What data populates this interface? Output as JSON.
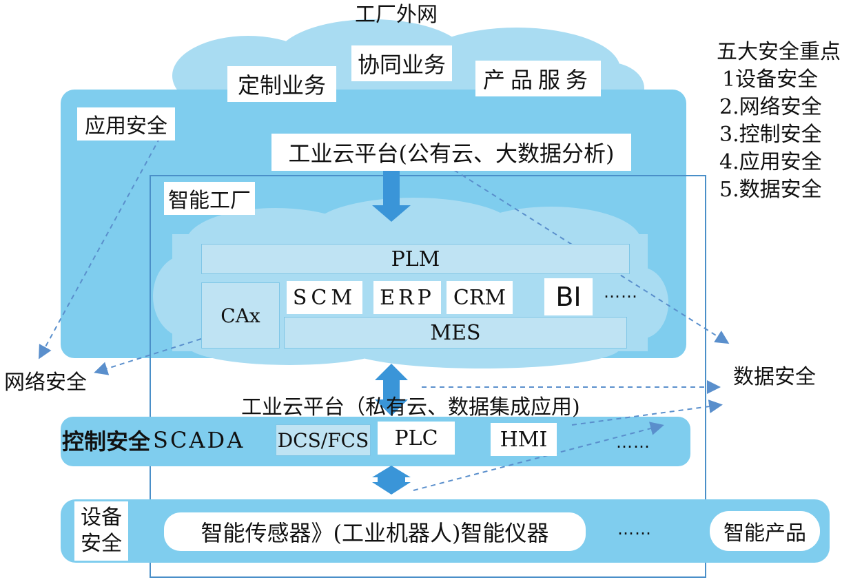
{
  "top_title": "工厂外网",
  "cloud_items": [
    "定制业务",
    "协同业务",
    "产品服务"
  ],
  "app_security": "应用安全",
  "public_cloud": "工业云平台(公有云、大数据分析)",
  "smart_factory": "智能工厂",
  "modules": {
    "plm": "PLM",
    "cax": "CAx",
    "scm": "SCM",
    "erp": "ERP",
    "crm": "CRM",
    "bi": "BI",
    "mes": "MES",
    "ellipsis": "……"
  },
  "network_security": "网络安全",
  "data_security": "数据安全",
  "private_cloud": "工业云平台（私有云、数据集成应用)",
  "control": {
    "label": "控制安全",
    "scada": "SCADA",
    "dcs": "DCS/FCS",
    "plc": "PLC",
    "hmi": "HMI",
    "ellipsis": "……"
  },
  "device": {
    "label_line1": "设备",
    "label_line2": "安全",
    "items": "智能传感器》(工业机器人)智能仪器",
    "ellipsis": "……",
    "smart_product": "智能产品"
  },
  "five_points": {
    "title": "五大安全重点",
    "items": [
      "1设备安全",
      "2.网络安全",
      "3.控制安全",
      "4.应用安全",
      "5.数据安全"
    ]
  },
  "colors": {
    "band": "#7fcdee",
    "cloud": "#a9dcf2",
    "arrow": "#3a95d8",
    "dash": "#5a8fcc"
  }
}
